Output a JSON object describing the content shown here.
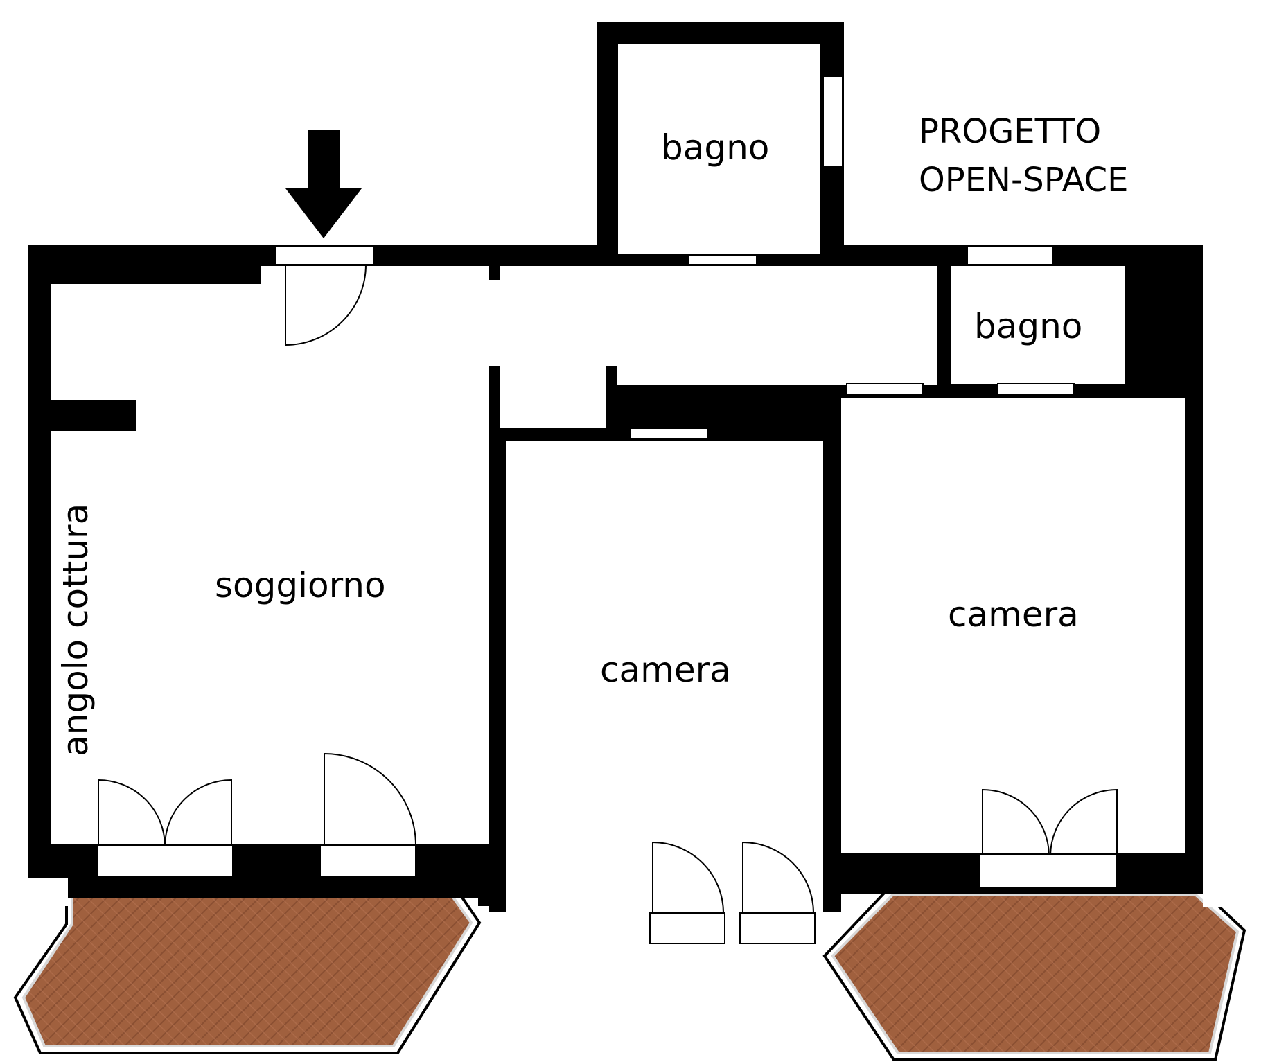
{
  "title": {
    "line1": "PROGETTO",
    "line2": "OPEN-SPACE"
  },
  "rooms": {
    "bagno_top": "bagno",
    "bagno_small": "bagno",
    "soggiorno": "soggiorno",
    "angolo_cottura": "angolo cottura",
    "camera_middle": "camera",
    "camera_right": "camera"
  },
  "entrance_marker": {
    "icon": "arrow-down-icon"
  },
  "colors": {
    "wall": "#000000",
    "floor": "#ffffff",
    "terrace_tile": "#a0603e",
    "terrace_grout": "#8a4f32",
    "terrace_border": "#d8d8d8"
  }
}
